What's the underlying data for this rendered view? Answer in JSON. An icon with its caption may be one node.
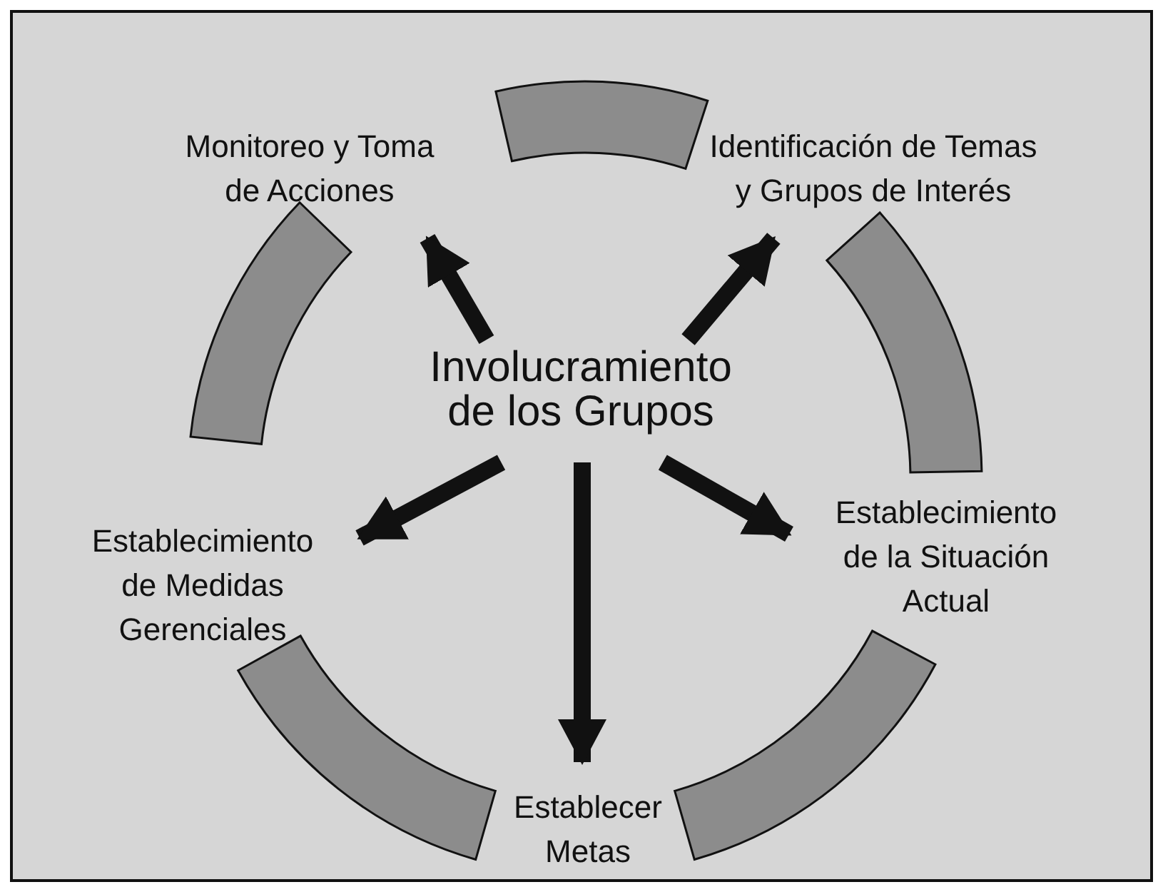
{
  "diagram": {
    "nodes": [
      {
        "text": [
          "Monitoreo y Toma de Acciones"
        ]
      },
      {
        "text": [
          "Identificación de Temas y Grupos de Interés"
        ]
      },
      {
        "text": [
          "Involucramiento de los Grupos"
        ]
      },
      {
        "text": [
          "Establecimiento de Medidas Gerenciales"
        ]
      },
      {
        "text": [
          "Establecimiento de la Situación Actual"
        ]
      },
      {
        "text": [
          "Establecer Metas"
        ]
      }
    ],
    "edges": [
      {
        "from": 2,
        "to": 0,
        "arrow": "to"
      },
      {
        "from": 2,
        "to": 1,
        "arrow": "to"
      },
      {
        "from": 2,
        "to": 3,
        "arrow": "to"
      },
      {
        "from": 2,
        "to": 4,
        "arrow": "to"
      },
      {
        "from": 2,
        "to": 5,
        "arrow": "to"
      }
    ]
  }
}
